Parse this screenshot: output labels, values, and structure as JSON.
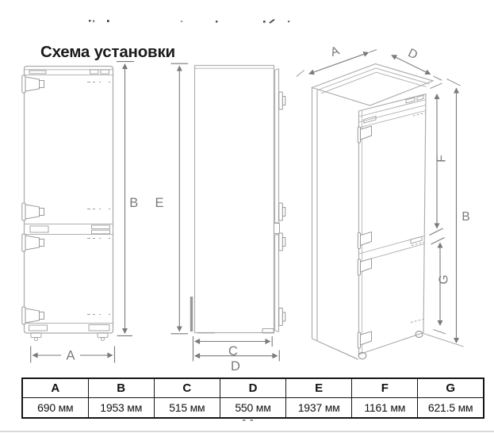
{
  "title": "Схема установки",
  "labels": {
    "a": "A",
    "b": "B",
    "c": "C",
    "d": "D",
    "e": "E",
    "f": "F",
    "g": "G"
  },
  "table": {
    "headers": [
      "A",
      "B",
      "C",
      "D",
      "E",
      "F",
      "G"
    ],
    "values": [
      "690 мм",
      "1953 мм",
      "515 мм",
      "550 мм",
      "1937 мм",
      "1161 мм",
      "621.5 мм"
    ]
  },
  "colors": {
    "outline": "#ababab",
    "detail": "#9e9e9e",
    "dimension": "#7a7a7a",
    "text": "#1b1b1b",
    "table_border": "#151515"
  }
}
